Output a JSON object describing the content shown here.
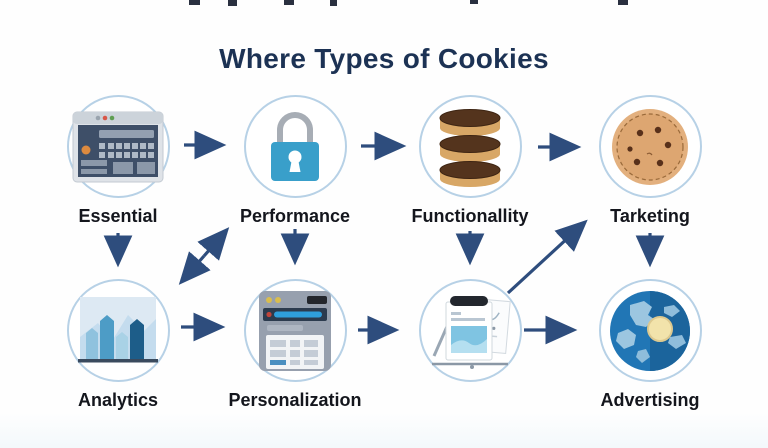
{
  "title": "Where Types of Cookies",
  "colors": {
    "title": "#1c3254",
    "label": "#14161d",
    "arrow": "#2e4d7d",
    "circle_border": "#b7d1e6",
    "background": "#fefefe"
  },
  "nodes": [
    {
      "id": "essential",
      "label": "Essential",
      "icon": "browser-window-icon",
      "row": "top"
    },
    {
      "id": "performance",
      "label": "Performance",
      "icon": "padlock-icon",
      "row": "top"
    },
    {
      "id": "functionality",
      "label": "Functionallity",
      "icon": "cookie-stack-icon",
      "row": "top"
    },
    {
      "id": "tarketing",
      "label": "Tarketing",
      "icon": "chocolate-chip-cookie-icon",
      "row": "top"
    },
    {
      "id": "analytics",
      "label": "Analytics",
      "icon": "bar-chart-icon",
      "row": "bottom"
    },
    {
      "id": "personalization",
      "label": "Personalization",
      "icon": "settings-panel-icon",
      "row": "bottom"
    },
    {
      "id": "documents",
      "label": "",
      "icon": "documents-easel-icon",
      "row": "bottom"
    },
    {
      "id": "advertising",
      "label": "Advertising",
      "icon": "globe-icon",
      "row": "bottom"
    }
  ],
  "connections": [
    {
      "from": "essential",
      "to": "performance",
      "style": "arrow-right"
    },
    {
      "from": "performance",
      "to": "functionality",
      "style": "arrow-right"
    },
    {
      "from": "functionality",
      "to": "tarketing",
      "style": "arrow-right"
    },
    {
      "from": "essential",
      "to": "analytics",
      "style": "arrow-down"
    },
    {
      "from": "performance",
      "to": "personalization",
      "style": "arrow-down"
    },
    {
      "from": "functionality",
      "to": "documents",
      "style": "arrow-down"
    },
    {
      "from": "tarketing",
      "to": "advertising",
      "style": "arrow-down"
    },
    {
      "from": "analytics",
      "to": "performance",
      "style": "arrow-diagonal-double"
    },
    {
      "from": "documents",
      "to": "tarketing",
      "style": "arrow-diagonal-up-right"
    },
    {
      "from": "analytics",
      "to": "personalization",
      "style": "arrow-right"
    },
    {
      "from": "personalization",
      "to": "documents",
      "style": "arrow-right"
    },
    {
      "from": "documents",
      "to": "advertising",
      "style": "arrow-right"
    }
  ]
}
